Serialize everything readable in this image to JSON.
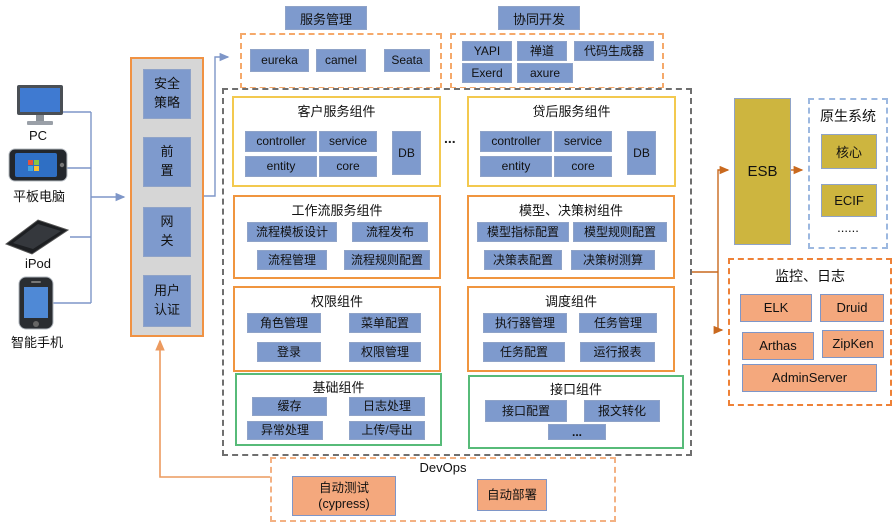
{
  "devices": {
    "items": [
      {
        "label": "PC"
      },
      {
        "label": "平板电脑"
      },
      {
        "label": "iPod"
      },
      {
        "label": "智能手机"
      }
    ]
  },
  "gateway": {
    "items": [
      {
        "label": "安全\n策略"
      },
      {
        "label": "前\n置"
      },
      {
        "label": "网\n关"
      },
      {
        "label": "用户\n认证"
      }
    ]
  },
  "service_mgmt": {
    "title": "服务管理",
    "items": [
      {
        "label": "eureka"
      },
      {
        "label": "camel"
      },
      {
        "label": "Seata"
      }
    ]
  },
  "collab_dev": {
    "title": "协同开发",
    "row1": [
      {
        "label": "YAPI"
      },
      {
        "label": "禅道"
      },
      {
        "label": "代码生成器"
      }
    ],
    "row2": [
      {
        "label": "Exerd"
      },
      {
        "label": "axure"
      }
    ]
  },
  "platform": {
    "customer": {
      "title": "客户服务组件",
      "cells": [
        {
          "label": "controller"
        },
        {
          "label": "service"
        },
        {
          "label": "entity"
        },
        {
          "label": "core"
        }
      ],
      "db": "DB"
    },
    "ellipsis": "...",
    "postloan": {
      "title": "贷后服务组件",
      "cells": [
        {
          "label": "controller"
        },
        {
          "label": "service"
        },
        {
          "label": "entity"
        },
        {
          "label": "core"
        }
      ],
      "db": "DB"
    },
    "workflow": {
      "title": "工作流服务组件",
      "items": [
        {
          "label": "流程模板设计"
        },
        {
          "label": "流程发布"
        },
        {
          "label": "流程管理"
        },
        {
          "label": "流程规则配置"
        }
      ]
    },
    "model": {
      "title": "模型、决策树组件",
      "items": [
        {
          "label": "模型指标配置"
        },
        {
          "label": "模型规则配置"
        },
        {
          "label": "决策表配置"
        },
        {
          "label": "决策树测算"
        }
      ]
    },
    "permission": {
      "title": "权限组件",
      "items": [
        {
          "label": "角色管理"
        },
        {
          "label": "菜单配置"
        },
        {
          "label": "登录"
        },
        {
          "label": "权限管理"
        }
      ]
    },
    "schedule": {
      "title": "调度组件",
      "items": [
        {
          "label": "执行器管理"
        },
        {
          "label": "任务管理"
        },
        {
          "label": "任务配置"
        },
        {
          "label": "运行报表"
        }
      ]
    },
    "base": {
      "title": "基础组件",
      "items": [
        {
          "label": "缓存"
        },
        {
          "label": "日志处理"
        },
        {
          "label": "异常处理"
        },
        {
          "label": "上传/导出"
        }
      ]
    },
    "interface": {
      "title": "接口组件",
      "items": [
        {
          "label": "接口配置"
        },
        {
          "label": "报文转化"
        }
      ],
      "more": "..."
    }
  },
  "esb": {
    "label": "ESB"
  },
  "native": {
    "title": "原生系统",
    "items": [
      {
        "label": "核心"
      },
      {
        "label": "ECIF"
      }
    ],
    "more": "......"
  },
  "monitoring": {
    "title": "监控、日志",
    "items": [
      {
        "label": "ELK"
      },
      {
        "label": "Druid"
      },
      {
        "label": "Arthas"
      },
      {
        "label": "ZipKen"
      },
      {
        "label": "AdminServer"
      }
    ]
  },
  "devops": {
    "title": "DevOps",
    "items": [
      {
        "label": "自动测试\n(cypress)"
      },
      {
        "label": "自动部署"
      }
    ]
  },
  "colors": {
    "node_blue": "#7E9ACD",
    "node_gold": "#CDB53F",
    "node_salmon": "#F4A87D",
    "border_yellow": "#F3C94F",
    "border_orange": "#F0953F",
    "border_green": "#57BB79",
    "dashed_gray": "#6F6F6F",
    "dashed_blue": "#9CB8E0",
    "arrow_blue": "#7E96C8",
    "arrow_orange": "#C9691E",
    "arrow_light_orange": "#EC9A5F"
  }
}
